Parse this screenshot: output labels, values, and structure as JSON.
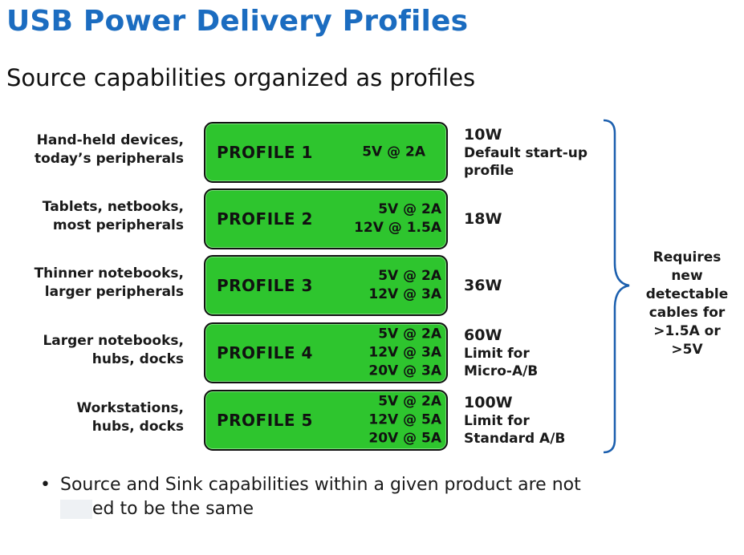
{
  "title": "USB Power Delivery Profiles",
  "subtitle": "Source capabilities organized as profiles",
  "colors": {
    "title": "#1b6cc0",
    "box": "#2ec52e"
  },
  "profiles": [
    {
      "desc": [
        "Hand-held devices,",
        "today’s peripherals"
      ],
      "name": "PROFILE 1",
      "volts": [
        "5V @ 2A"
      ],
      "watts": "10W",
      "note": [
        "Default start-up",
        "profile"
      ]
    },
    {
      "desc": [
        "Tablets, netbooks,",
        "most peripherals"
      ],
      "name": "PROFILE 2",
      "volts": [
        "5V @ 2A",
        "12V @ 1.5A"
      ],
      "watts": "18W",
      "note": []
    },
    {
      "desc": [
        "Thinner notebooks,",
        "larger peripherals"
      ],
      "name": "PROFILE 3",
      "volts": [
        "5V @ 2A",
        "12V @ 3A"
      ],
      "watts": "36W",
      "note": []
    },
    {
      "desc": [
        "Larger notebooks,",
        "hubs, docks"
      ],
      "name": "PROFILE 4",
      "volts": [
        "5V @ 2A",
        "12V @ 3A",
        "20V @ 3A"
      ],
      "watts": "60W",
      "note": [
        "Limit for",
        "Micro-A/B"
      ]
    },
    {
      "desc": [
        "Workstations,",
        "hubs, docks"
      ],
      "name": "PROFILE 5",
      "volts": [
        "5V @ 2A",
        "12V @ 5A",
        "20V @ 5A"
      ],
      "watts": "100W",
      "note": [
        "Limit for",
        "Standard A/B"
      ]
    }
  ],
  "side_note": [
    "Requires",
    "new",
    "detectable",
    "cables for",
    ">1.5A or",
    ">5V"
  ],
  "bullet": {
    "line1": "Source and Sink capabilities within a given product are not",
    "line2": "required to be the same",
    "visible_line2": "ed to be the same"
  }
}
